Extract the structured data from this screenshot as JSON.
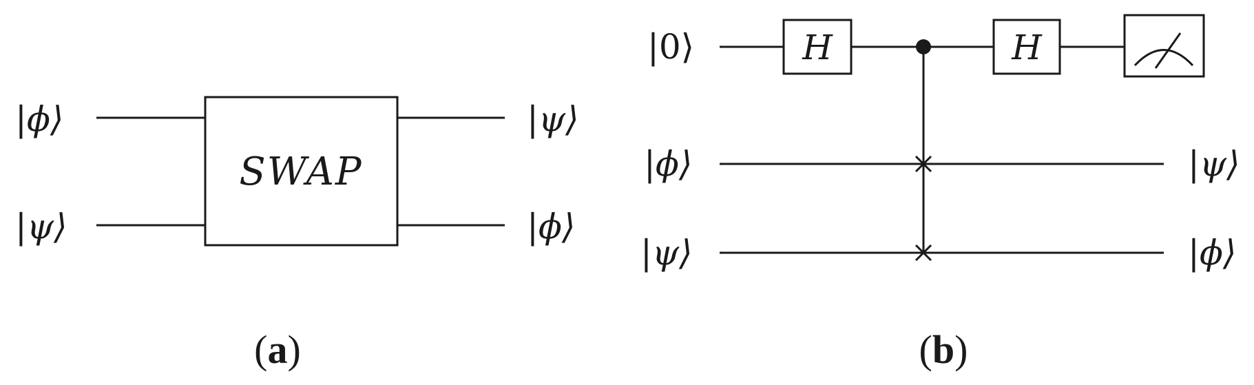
{
  "panel_a": {
    "inputs": [
      "|ϕ⟩",
      "|ψ⟩"
    ],
    "outputs": [
      "|ψ⟩",
      "|ϕ⟩"
    ],
    "gate_label": "SWAP",
    "caption_open": "(",
    "caption_letter": "a",
    "caption_close": ")"
  },
  "panel_b": {
    "inputs": [
      "|0⟩",
      "|ϕ⟩",
      "|ψ⟩"
    ],
    "outputs": [
      "|ψ⟩",
      "|ϕ⟩"
    ],
    "hadamard_label_1": "H",
    "hadamard_label_2": "H",
    "caption_open": "(",
    "caption_letter": "b",
    "caption_close": ")"
  }
}
